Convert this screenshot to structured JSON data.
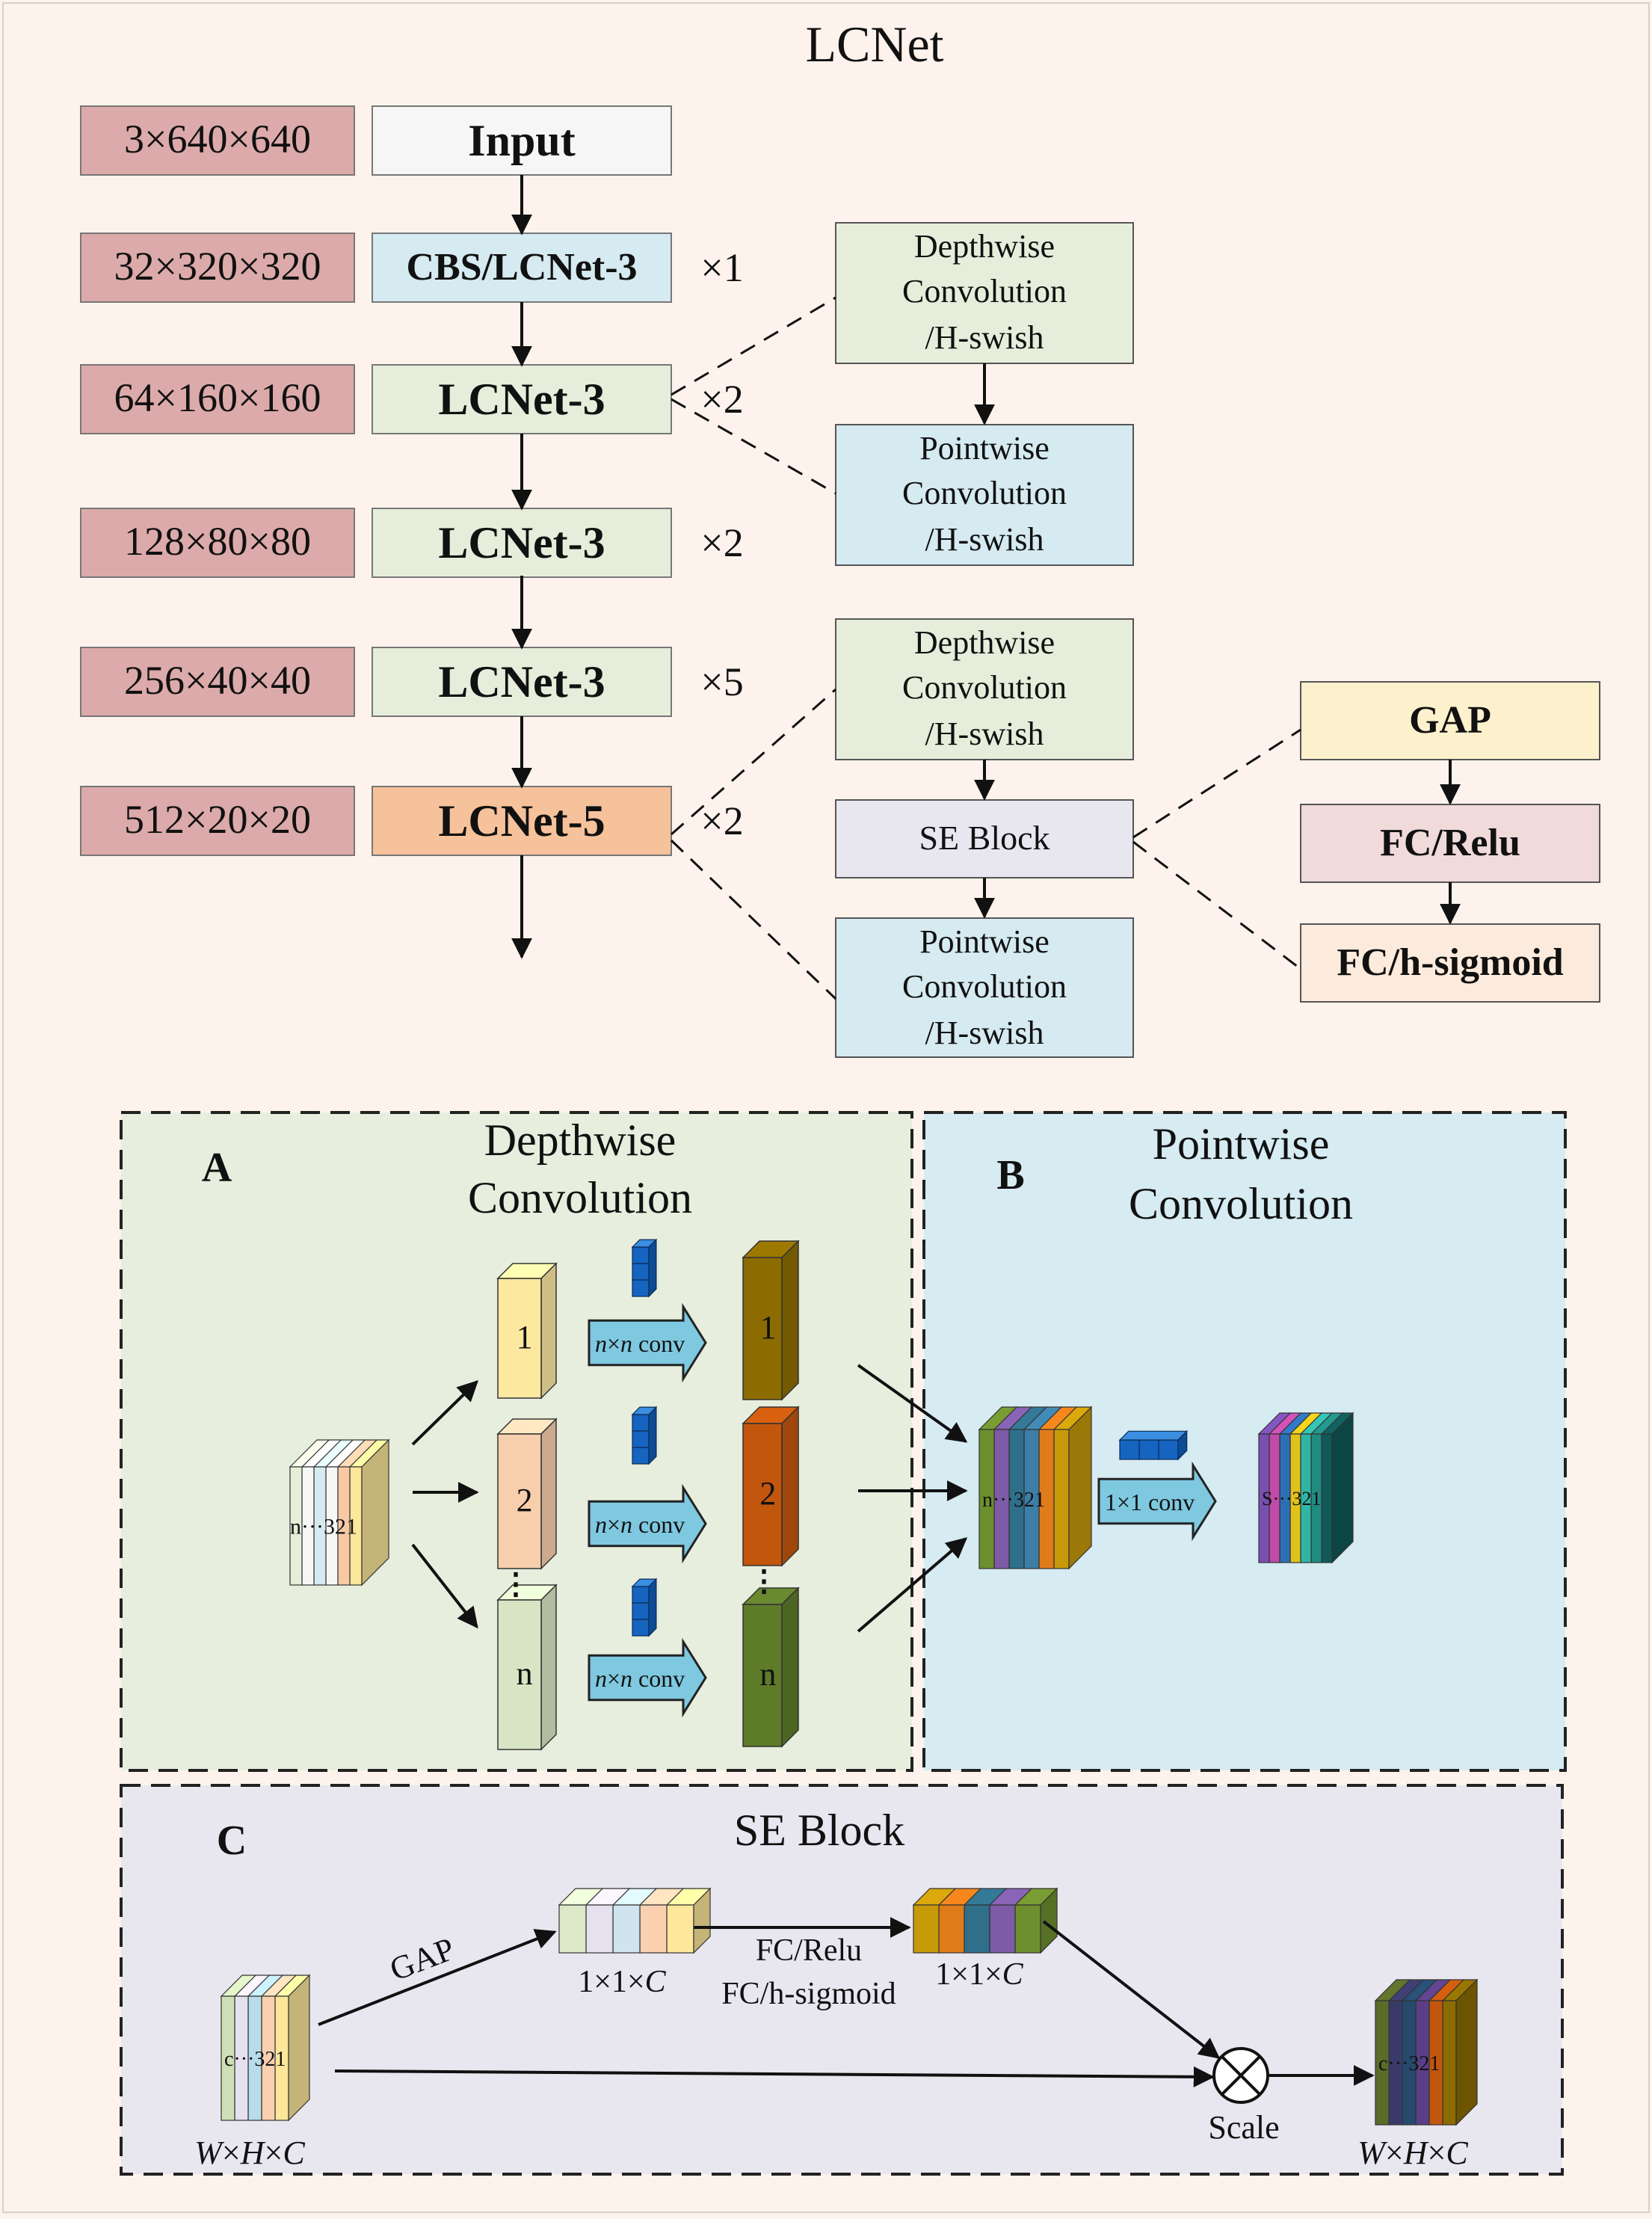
{
  "title": "LCNet",
  "colors": {
    "background": "#fdf3ec",
    "shape_box": "#dcaaaa",
    "input_box": "#f6f6f6",
    "cbs_box": "#d5eaf1",
    "lcnet3_box": "#e6eedb",
    "lcnet5_box": "#f6c29b",
    "dw_box": "#e6eedb",
    "pw_box": "#d5eaf1",
    "se_box": "#e8e6ef",
    "gap_box": "#fdf1cd",
    "fcrelu_box": "#f0dada",
    "fcsig_box": "#fcebdc",
    "panel_a": "#e7eedd",
    "panel_b": "#d6ebf2",
    "panel_c": "#e8e6ef",
    "cube_blue": "#1565c0",
    "arrow_fill": "#7ec8e0"
  },
  "backbone": [
    {
      "shape": "3×640×640",
      "block": "Input",
      "repeat": ""
    },
    {
      "shape": "32×320×320",
      "block": "CBS/LCNet-3",
      "repeat": "×1"
    },
    {
      "shape": "64×160×160",
      "block": "LCNet-3",
      "repeat": "×2"
    },
    {
      "shape": "128×80×80",
      "block": "LCNet-3",
      "repeat": "×2"
    },
    {
      "shape": "256×40×40",
      "block": "LCNet-3",
      "repeat": "×5"
    },
    {
      "shape": "512×20×20",
      "block": "LCNet-5",
      "repeat": "×2"
    }
  ],
  "lcnet3_detail": {
    "depthwise": [
      "Depthwise",
      "Convolution",
      "/H-swish"
    ],
    "pointwise": [
      "Pointwise",
      "Convolution",
      "/H-swish"
    ]
  },
  "lcnet5_detail": {
    "depthwise": [
      "Depthwise",
      "Convolution",
      "/H-swish"
    ],
    "se": "SE Block",
    "pointwise": [
      "Pointwise",
      "Convolution",
      "/H-swish"
    ]
  },
  "se_detail": [
    "GAP",
    "FC/Relu",
    "FC/h-sigmoid"
  ],
  "panel_a": {
    "letter": "A",
    "title": [
      "Depthwise",
      "Convolution"
    ],
    "input_label": "n···321",
    "channel_labels": [
      "1",
      "2",
      "n"
    ],
    "conv_label": "n×n conv",
    "conv_label_parts": [
      "n",
      "×",
      "n",
      " conv"
    ],
    "output_labels": [
      "1",
      "2",
      "n"
    ]
  },
  "panel_b": {
    "letter": "B",
    "title": [
      "Pointwise",
      "Convolution"
    ],
    "input_label": "n···321",
    "conv_label": "1×1 conv",
    "output_label": "S···321"
  },
  "panel_c": {
    "letter": "C",
    "title": "SE Block",
    "gap_label": "GAP",
    "fc_labels": [
      "FC/Relu",
      "FC/h-sigmoid"
    ],
    "vector_label": "1×1×C",
    "vector_label_parts": [
      "1×1×",
      "C"
    ],
    "input_dims": "W×H×C",
    "input_dims_parts": [
      "W",
      "×",
      "H",
      "×",
      "C"
    ],
    "input_label": "c···321",
    "scale_label": "Scale",
    "output_label": "c···321"
  }
}
